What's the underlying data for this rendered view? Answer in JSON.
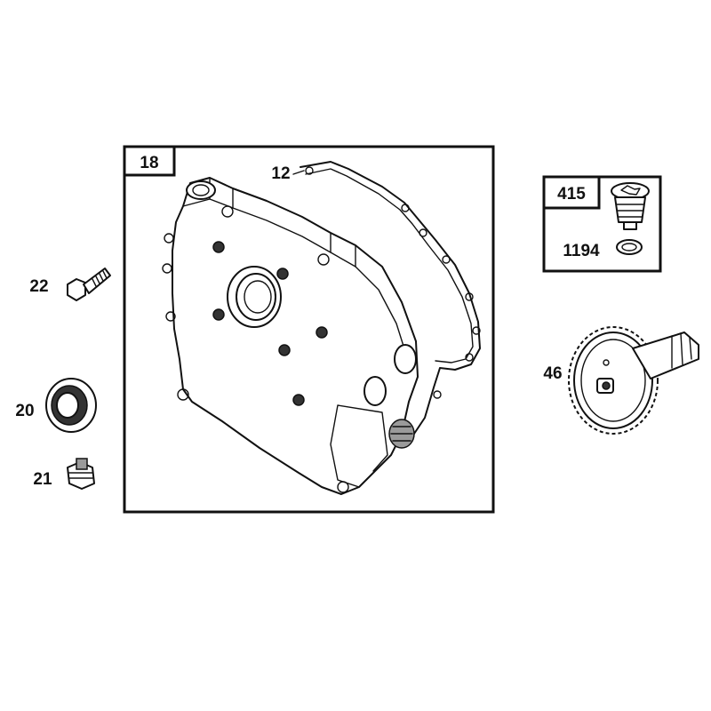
{
  "callouts": {
    "group_crankcase_cover": "18",
    "gasket": "12",
    "group_oil_plug": "415",
    "oil_plug_washer": "1194",
    "camshaft_gear": "46",
    "bolt": "22",
    "oil_seal": "20",
    "drain_plug": "21"
  },
  "colors": {
    "line": "#111111",
    "background": "#ffffff"
  }
}
